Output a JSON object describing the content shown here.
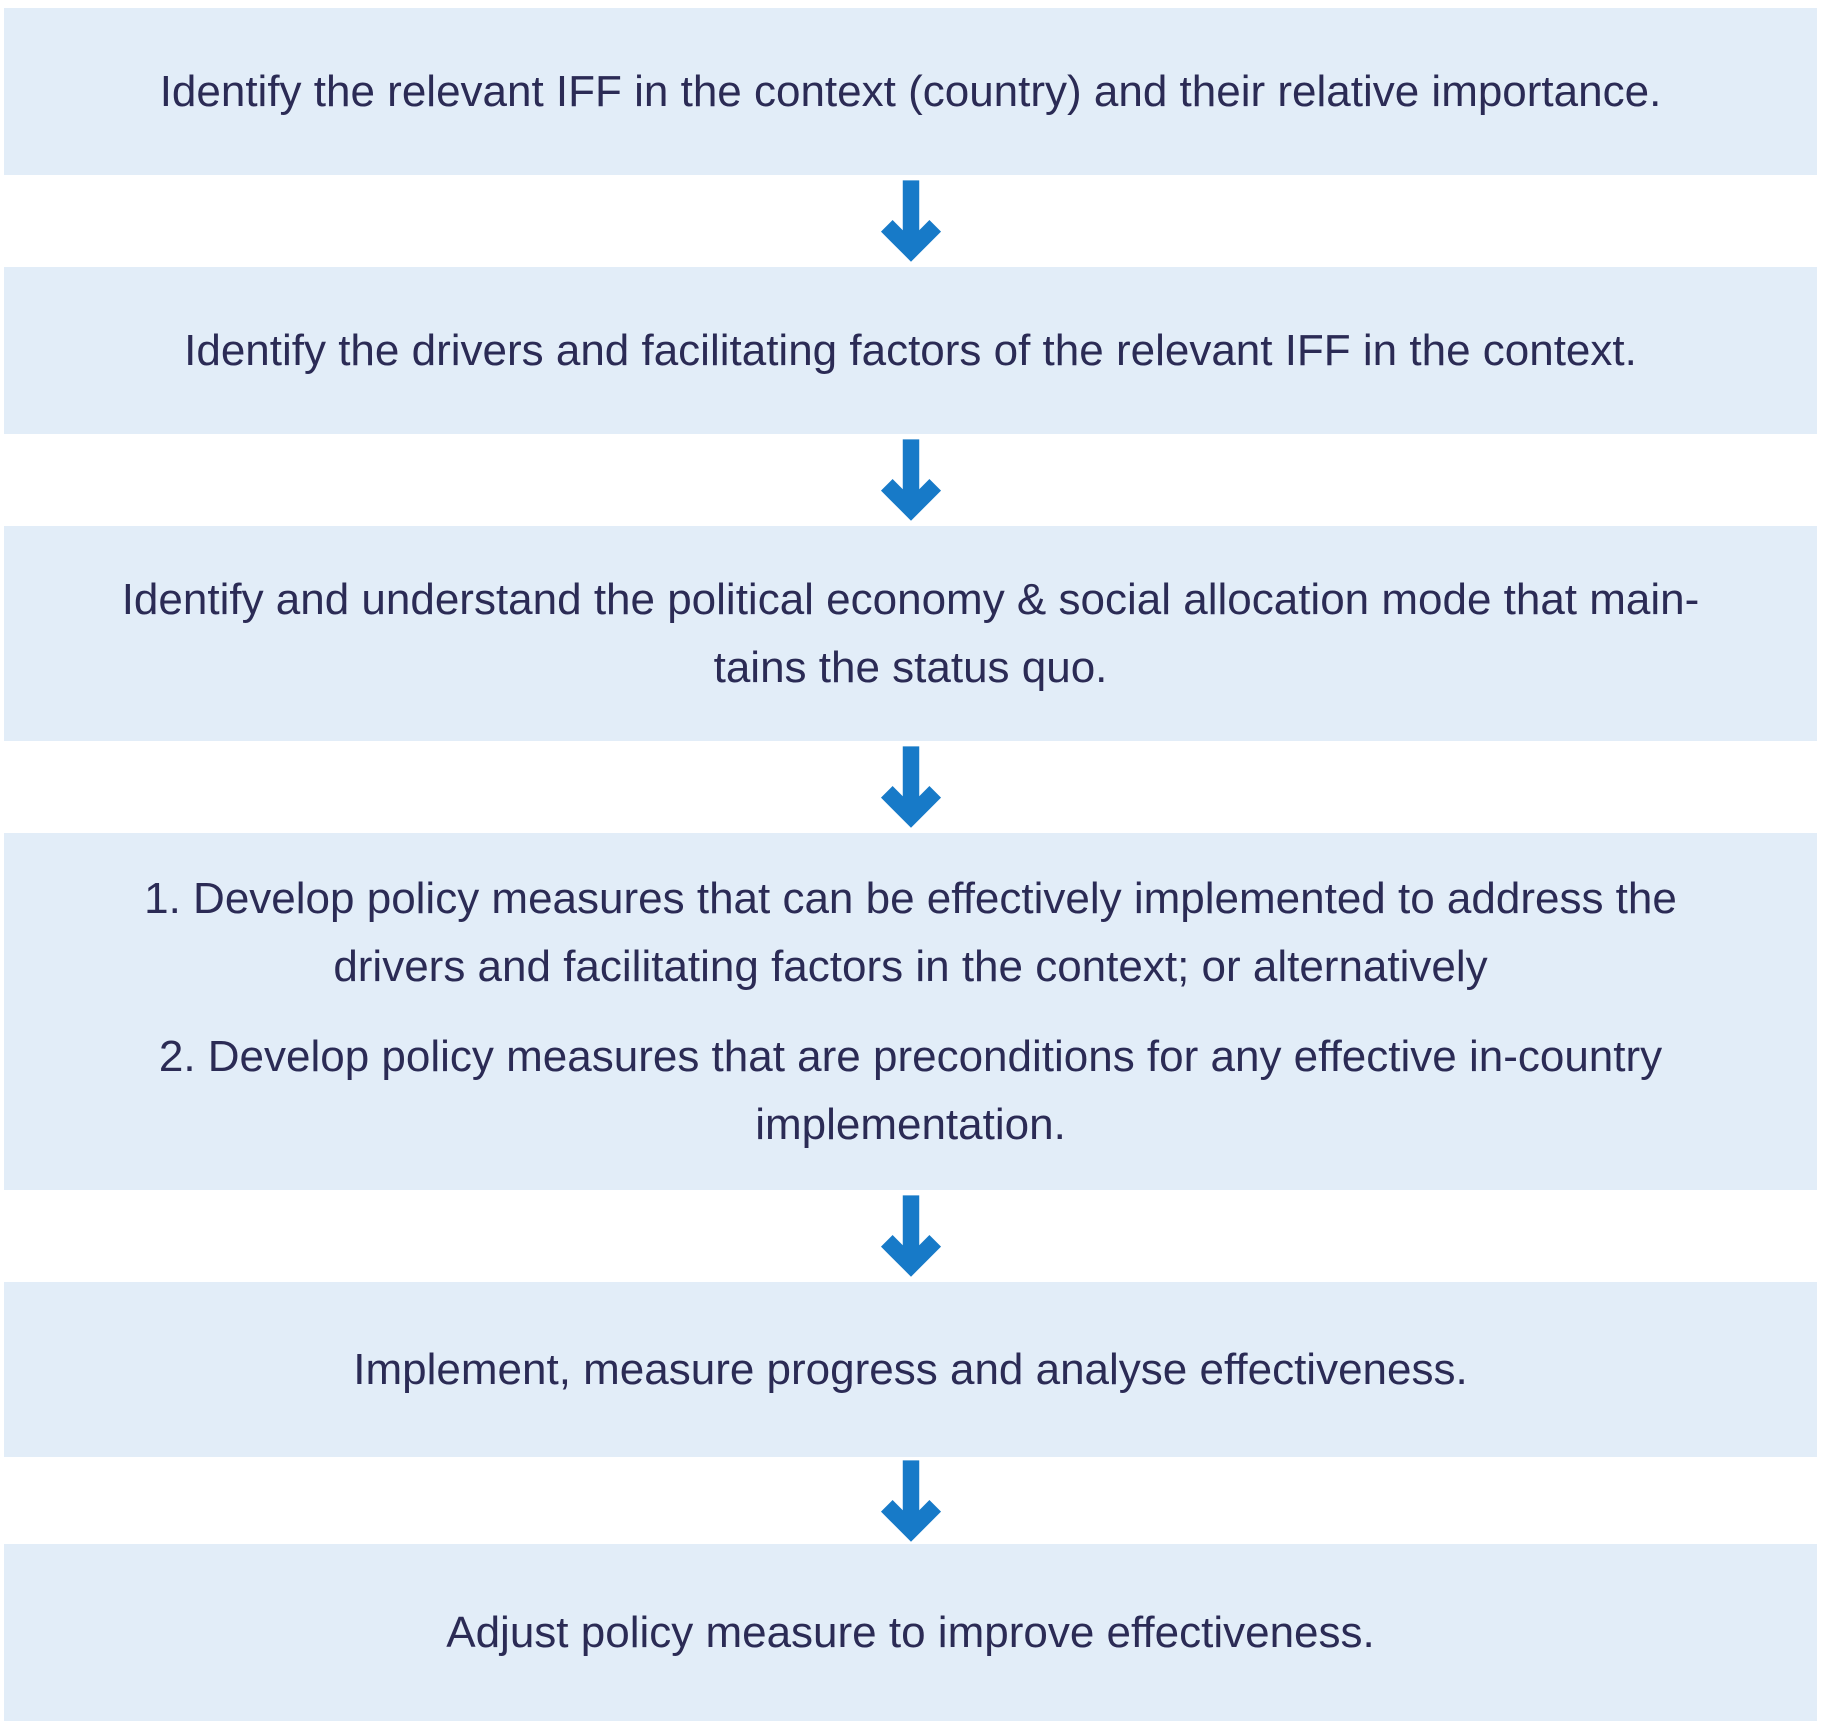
{
  "colors": {
    "box_bg": "#e2edf8",
    "arrow_color": "#177ac8",
    "text_color": "#2b2b55"
  },
  "flowchart": {
    "arrow_icon": "down-arrow",
    "boxes": [
      {
        "id": "step-1",
        "lines": [
          "Identify the relevant IFF in the context (country) and their relative importance."
        ]
      },
      {
        "id": "step-2",
        "lines": [
          "Identify the drivers and facilitating factors of the relevant IFF in the context."
        ]
      },
      {
        "id": "step-3",
        "lines": [
          "Identify and understand the political economy & social allocation mode that main-",
          "tains the status quo."
        ]
      },
      {
        "id": "step-4",
        "paragraphs": [
          [
            "1. Develop policy measures that can be effectively implemented to address the",
            "drivers and facilitating factors in the context; or alternatively"
          ],
          [
            "2. Develop policy measures that are preconditions for any effective in-country",
            "implementation."
          ]
        ]
      },
      {
        "id": "step-5",
        "lines": [
          "Implement, measure progress and analyse effectiveness."
        ]
      },
      {
        "id": "step-6",
        "lines": [
          "Adjust policy measure to improve effectiveness."
        ]
      }
    ]
  }
}
